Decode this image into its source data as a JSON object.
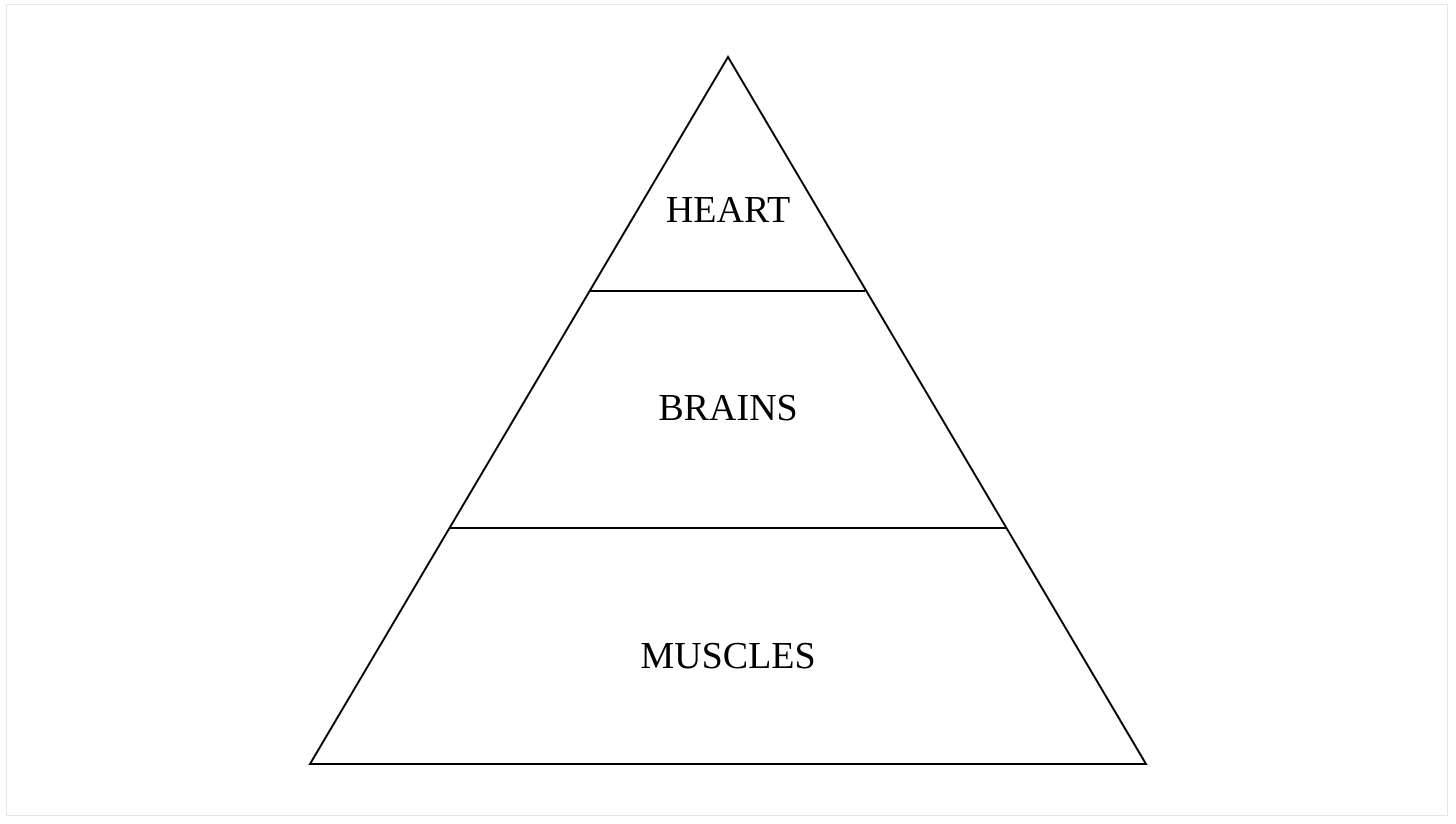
{
  "diagram": {
    "type": "pyramid",
    "tiers": [
      {
        "label": "HEART"
      },
      {
        "label": "BRAINS"
      },
      {
        "label": "MUSCLES"
      }
    ],
    "colors": {
      "stroke": "#000000",
      "text": "#000000",
      "background": "#ffffff"
    }
  }
}
